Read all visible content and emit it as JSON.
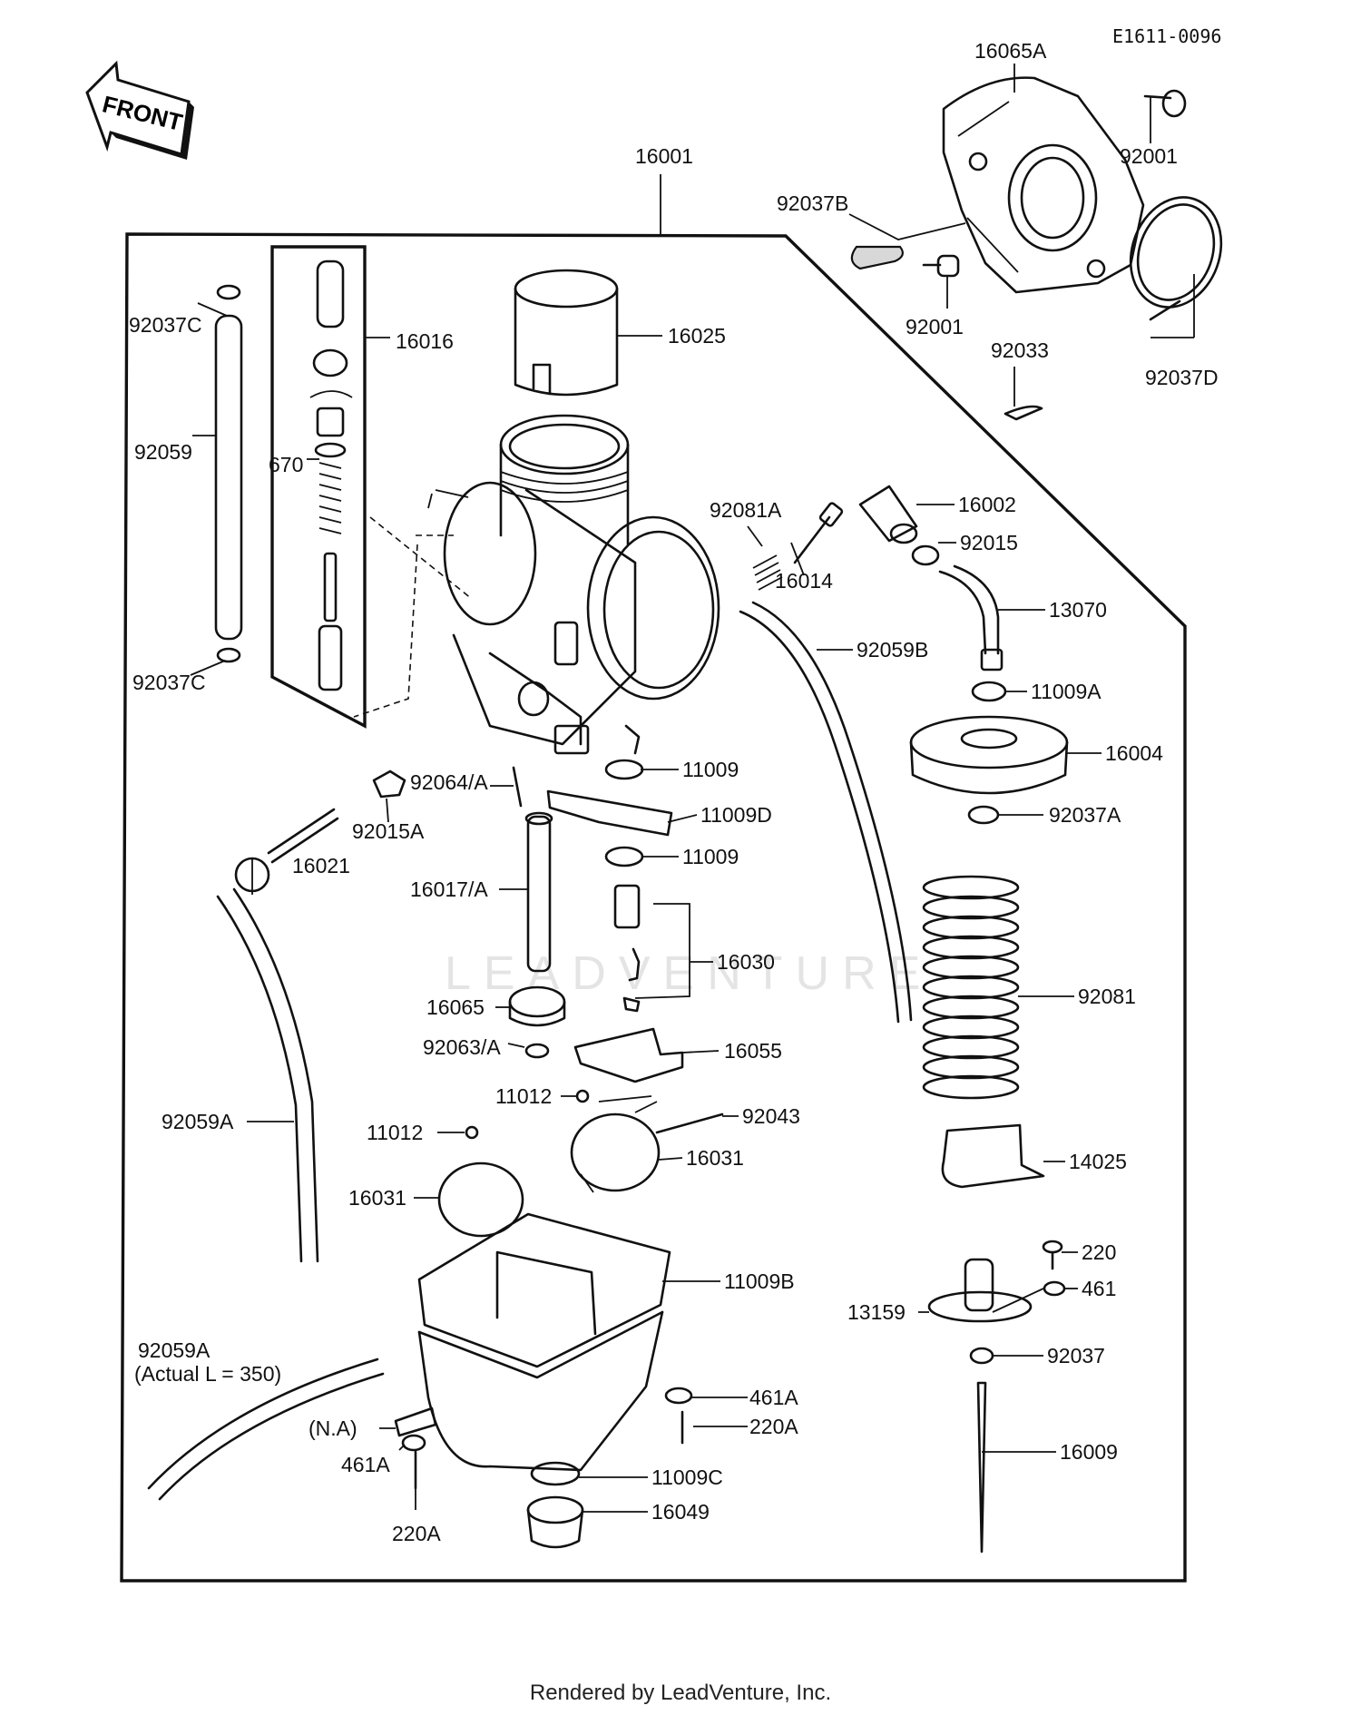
{
  "diagram_code": "E1611-0096",
  "front_label": "FRONT",
  "watermark": "LEADVENTURE",
  "footer": "Rendered by LeadVenture, Inc.",
  "parts": [
    {
      "id": "p16065A",
      "label": "16065A"
    },
    {
      "id": "p92001a",
      "label": "92001"
    },
    {
      "id": "p16001",
      "label": "16001"
    },
    {
      "id": "p92037B",
      "label": "92037B"
    },
    {
      "id": "p92001b",
      "label": "92001"
    },
    {
      "id": "p92037D",
      "label": "92037D"
    },
    {
      "id": "p92037Ca",
      "label": "92037C"
    },
    {
      "id": "p16016",
      "label": "16016"
    },
    {
      "id": "p16025",
      "label": "16025"
    },
    {
      "id": "p92033",
      "label": "92033"
    },
    {
      "id": "p92059",
      "label": "92059"
    },
    {
      "id": "p670",
      "label": "670"
    },
    {
      "id": "p16002",
      "label": "16002"
    },
    {
      "id": "p92081A",
      "label": "92081A"
    },
    {
      "id": "p92015",
      "label": "92015"
    },
    {
      "id": "p16014",
      "label": "16014"
    },
    {
      "id": "p13070",
      "label": "13070"
    },
    {
      "id": "p92059B",
      "label": "92059B"
    },
    {
      "id": "p92037Cb",
      "label": "92037C"
    },
    {
      "id": "p11009A",
      "label": "11009A"
    },
    {
      "id": "p16004",
      "label": "16004"
    },
    {
      "id": "p11009a",
      "label": "11009"
    },
    {
      "id": "p92064A",
      "label": "92064/A"
    },
    {
      "id": "p11009D",
      "label": "11009D"
    },
    {
      "id": "p92037A",
      "label": "92037A"
    },
    {
      "id": "p92015A",
      "label": "92015A"
    },
    {
      "id": "p11009b",
      "label": "11009"
    },
    {
      "id": "p16021",
      "label": "16021"
    },
    {
      "id": "p16017A",
      "label": "16017/A"
    },
    {
      "id": "p16030",
      "label": "16030"
    },
    {
      "id": "p92081",
      "label": "92081"
    },
    {
      "id": "p16065",
      "label": "16065"
    },
    {
      "id": "p92063A",
      "label": "92063/A"
    },
    {
      "id": "p16055",
      "label": "16055"
    },
    {
      "id": "p11012a",
      "label": "11012"
    },
    {
      "id": "p92043",
      "label": "92043"
    },
    {
      "id": "p92059Aa",
      "label": "92059A"
    },
    {
      "id": "p11012b",
      "label": "11012"
    },
    {
      "id": "p16031a",
      "label": "16031"
    },
    {
      "id": "p14025",
      "label": "14025"
    },
    {
      "id": "p16031b",
      "label": "16031"
    },
    {
      "id": "p220a",
      "label": "220"
    },
    {
      "id": "p11009B",
      "label": "11009B"
    },
    {
      "id": "p461",
      "label": "461"
    },
    {
      "id": "p13159",
      "label": "13159"
    },
    {
      "id": "p92059Ab",
      "label": "92059A"
    },
    {
      "id": "p92059Ab_note",
      "label": "(Actual L = 350)"
    },
    {
      "id": "p92037",
      "label": "92037"
    },
    {
      "id": "p461Aa",
      "label": "461A"
    },
    {
      "id": "pNA",
      "label": "(N.A)"
    },
    {
      "id": "p220Aa",
      "label": "220A"
    },
    {
      "id": "p461Ab",
      "label": "461A"
    },
    {
      "id": "p16009",
      "label": "16009"
    },
    {
      "id": "p11009C",
      "label": "11009C"
    },
    {
      "id": "p16049",
      "label": "16049"
    },
    {
      "id": "p220Ab",
      "label": "220A"
    }
  ]
}
